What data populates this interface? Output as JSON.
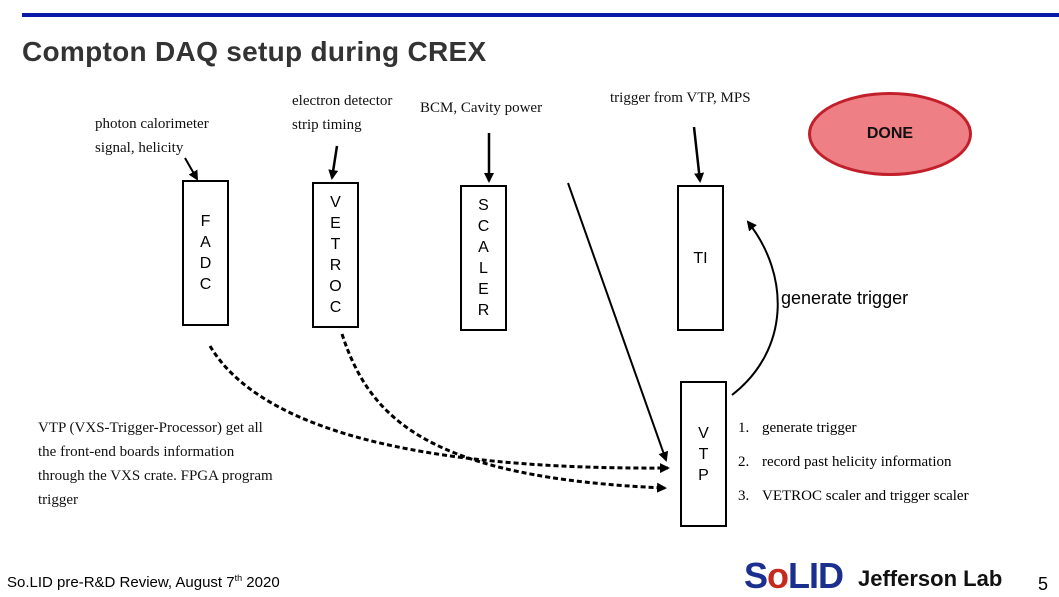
{
  "header": {
    "title": "Compton DAQ setup during CREX"
  },
  "labels": {
    "fadc_input_line1": "photon calorimeter",
    "fadc_input_line2": "signal, helicity",
    "vetroc_input_line1": "electron detector",
    "vetroc_input_line2": "strip timing",
    "scaler_input": "BCM, Cavity power",
    "ti_input": "trigger from VTP, MPS"
  },
  "boxes": {
    "fadc": [
      "F",
      "A",
      "D",
      "C"
    ],
    "vetroc": [
      "V",
      "E",
      "T",
      "R",
      "O",
      "C"
    ],
    "scaler": [
      "S",
      "C",
      "A",
      "L",
      "E",
      "R"
    ],
    "ti": "TI",
    "vtp": [
      "V",
      "T",
      "P"
    ]
  },
  "status": {
    "done": "DONE"
  },
  "generate_trigger": "generate trigger",
  "vtp_description": {
    "line1": "VTP (VXS-Trigger-Processor) get all",
    "line2": "the front-end boards information",
    "line3": "through the VXS crate. FPGA program",
    "line4": "trigger"
  },
  "vtp_functions": [
    {
      "num": "1.",
      "text": "generate trigger"
    },
    {
      "num": "2.",
      "text": "record past helicity information"
    },
    {
      "num": "3.",
      "text": "VETROC scaler and trigger scaler"
    }
  ],
  "footer": {
    "text": "So.LID pre-R&D Review, August 7",
    "sup": "th",
    "year": " 2020"
  },
  "page_number": "5",
  "logos": {
    "solid_prefix": "S",
    "solid_o": "o",
    "solid_suffix": "LID",
    "jlab": "Jefferson Lab"
  },
  "colors": {
    "accent_bar": "#0a1aa8",
    "done_fill": "#ee7f85",
    "done_border": "#c1202b",
    "solid_blue": "#1b2f8f"
  }
}
